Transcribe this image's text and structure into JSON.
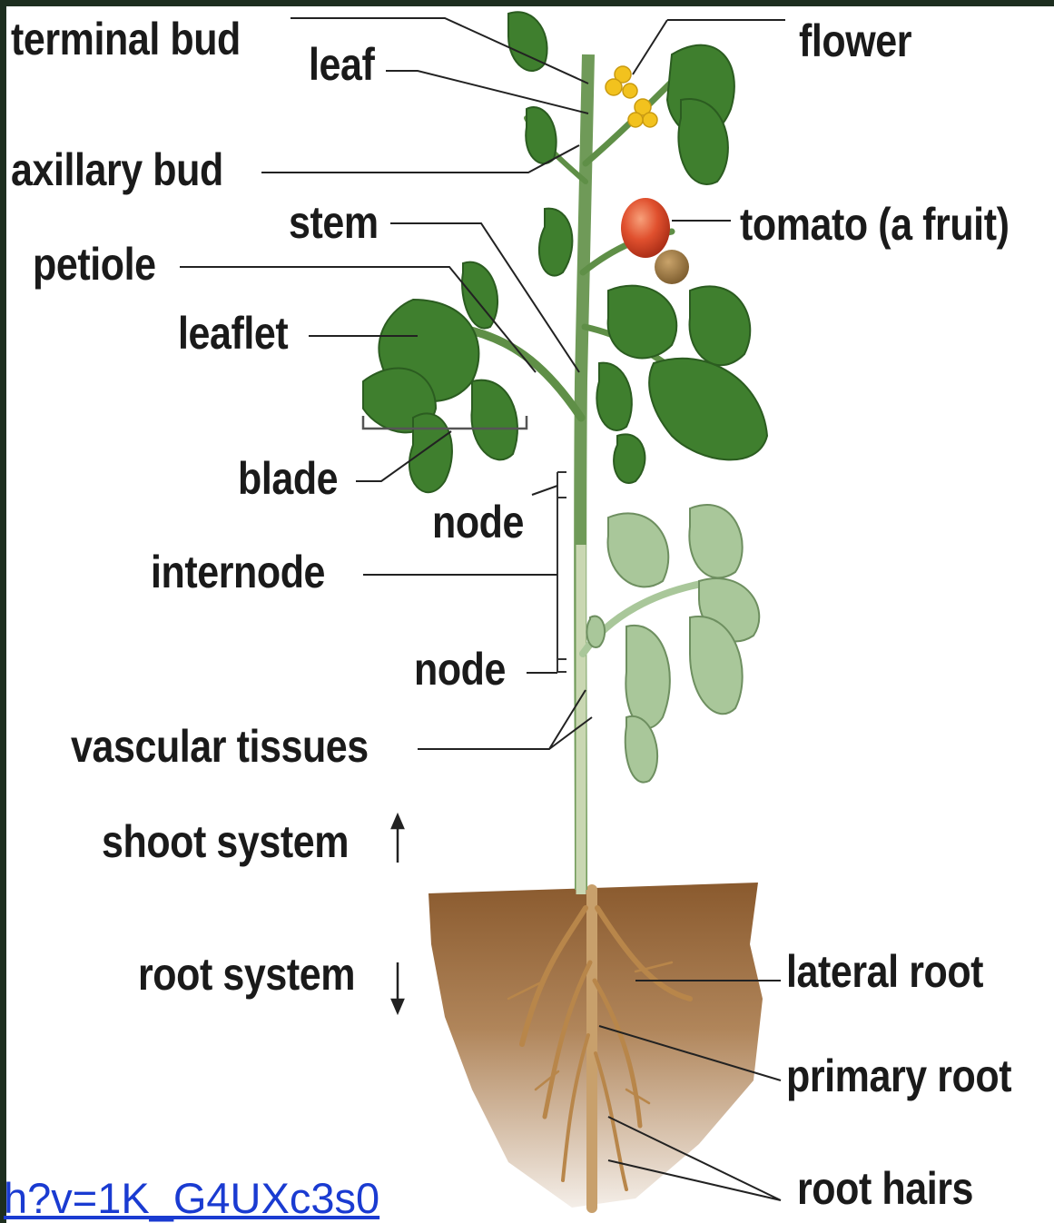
{
  "labels": {
    "terminal_bud": "terminal bud",
    "leaf": "leaf",
    "flower": "flower",
    "axillary_bud": "axillary bud",
    "stem": "stem",
    "tomato": "tomato (a fruit)",
    "petiole": "petiole",
    "leaflet": "leaflet",
    "blade": "blade",
    "node_upper": "node",
    "internode": "internode",
    "node_lower": "node",
    "vascular_tissues": "vascular tissues",
    "shoot_system": "shoot system",
    "root_system": "root system",
    "lateral_root": "lateral root",
    "primary_root": "primary root",
    "root_hairs": "root hairs"
  },
  "link": {
    "text": "h?v=1K_G4UXc3s0"
  },
  "colors": {
    "frame": "#1d2e1f",
    "leaf_dark": "#3f7f2e",
    "leaf_light": "#a9c79a",
    "stem": "#6f9a58",
    "soil": "#9b6a3c",
    "tomato": "#d9452a",
    "flower": "#f2c21e",
    "link": "#1a3bd1"
  }
}
